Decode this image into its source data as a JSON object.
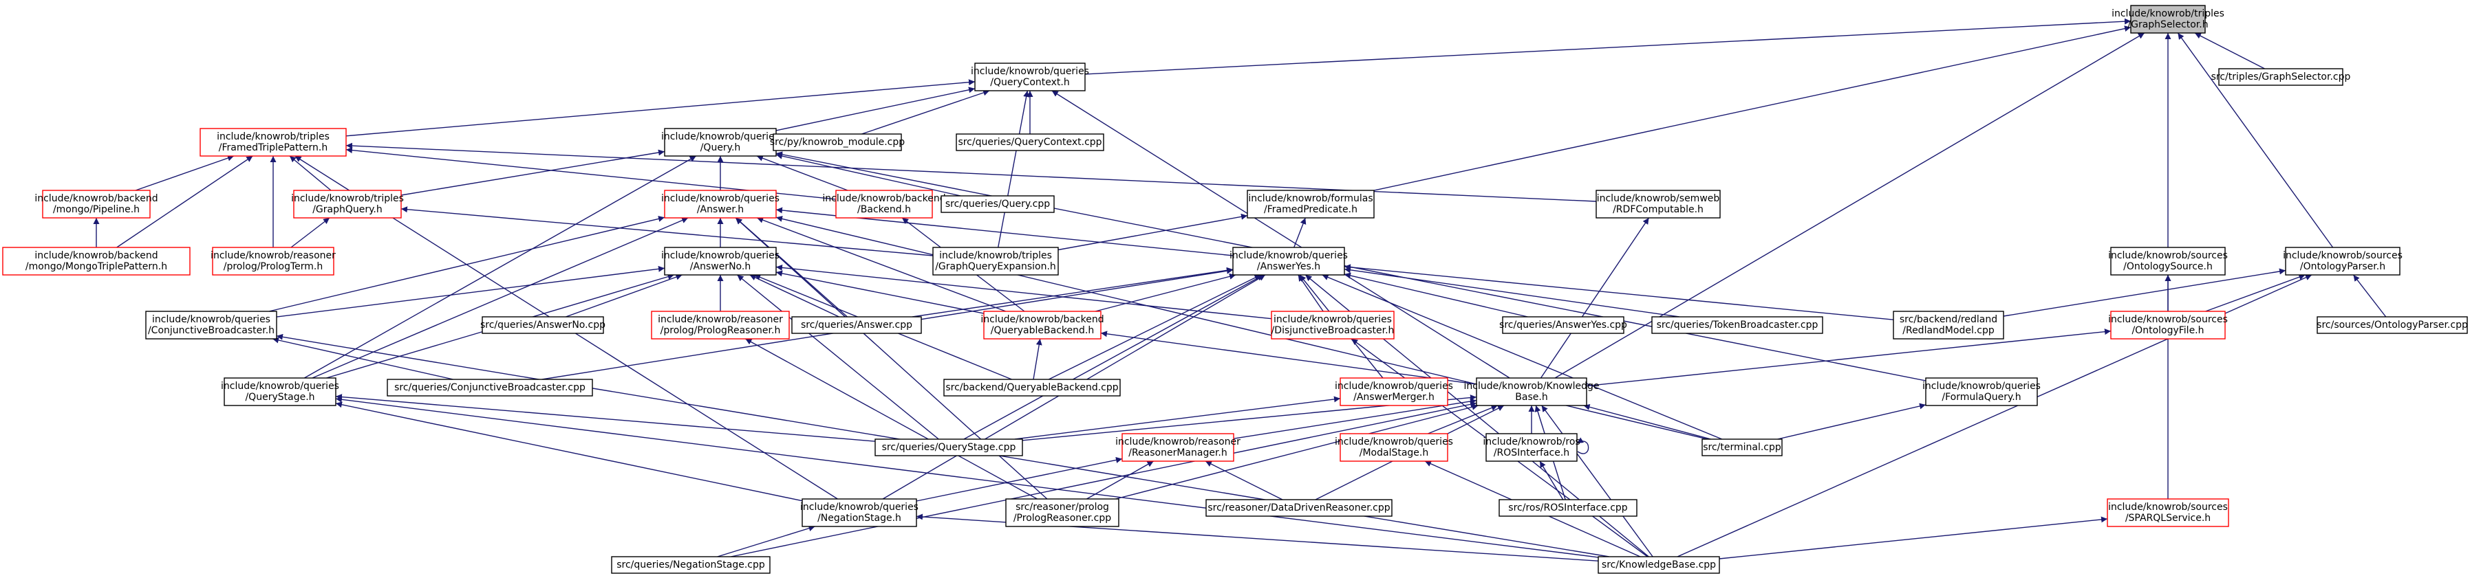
{
  "graph": {
    "root_node": "n1",
    "colors": {
      "edge": "#191970",
      "border_plain": "#000000",
      "border_red": "#ff0000",
      "root_fill": "#bfbfbf"
    },
    "nodes": [
      {
        "id": "n1",
        "lines": [
          "include/knowrob/triples",
          "/GraphSelector.h"
        ],
        "style": "root"
      },
      {
        "id": "n2",
        "lines": [
          "include/knowrob/queries",
          "/QueryContext.h"
        ],
        "style": "plain"
      },
      {
        "id": "n3",
        "lines": [
          "src/triples/GraphSelector.cpp"
        ],
        "style": "plain"
      },
      {
        "id": "n4",
        "lines": [
          "include/knowrob/triples",
          "/FramedTriplePattern.h"
        ],
        "style": "red"
      },
      {
        "id": "n5",
        "lines": [
          "include/knowrob/queries",
          "/Query.h"
        ],
        "style": "plain"
      },
      {
        "id": "n6",
        "lines": [
          "src/py/knowrob_module.cpp"
        ],
        "style": "plain"
      },
      {
        "id": "n7",
        "lines": [
          "src/queries/QueryContext.cpp"
        ],
        "style": "plain"
      },
      {
        "id": "n8",
        "lines": [
          "include/knowrob/backend",
          "/mongo/Pipeline.h"
        ],
        "style": "red"
      },
      {
        "id": "n9",
        "lines": [
          "include/knowrob/triples",
          "/GraphQuery.h"
        ],
        "style": "red"
      },
      {
        "id": "n10",
        "lines": [
          "include/knowrob/queries",
          "/Answer.h"
        ],
        "style": "red"
      },
      {
        "id": "n11",
        "lines": [
          "include/knowrob/backend",
          "/Backend.h"
        ],
        "style": "red"
      },
      {
        "id": "n12",
        "lines": [
          "src/queries/Query.cpp"
        ],
        "style": "plain"
      },
      {
        "id": "n13",
        "lines": [
          "include/knowrob/formulas",
          "/FramedPredicate.h"
        ],
        "style": "plain"
      },
      {
        "id": "n14",
        "lines": [
          "include/knowrob/semweb",
          "/RDFComputable.h"
        ],
        "style": "plain"
      },
      {
        "id": "n15",
        "lines": [
          "include/knowrob/backend",
          "/mongo/MongoTriplePattern.h"
        ],
        "style": "red"
      },
      {
        "id": "n16",
        "lines": [
          "include/knowrob/reasoner",
          "/prolog/PrologTerm.h"
        ],
        "style": "red"
      },
      {
        "id": "n17",
        "lines": [
          "include/knowrob/queries",
          "/AnswerNo.h"
        ],
        "style": "plain"
      },
      {
        "id": "n18",
        "lines": [
          "include/knowrob/triples",
          "/GraphQueryExpansion.h"
        ],
        "style": "plain"
      },
      {
        "id": "n19",
        "lines": [
          "include/knowrob/queries",
          "/AnswerYes.h"
        ],
        "style": "plain"
      },
      {
        "id": "n20",
        "lines": [
          "include/knowrob/sources",
          "/OntologySource.h"
        ],
        "style": "plain"
      },
      {
        "id": "n21",
        "lines": [
          "include/knowrob/sources",
          "/OntologyParser.h"
        ],
        "style": "plain"
      },
      {
        "id": "n22",
        "lines": [
          "include/knowrob/queries",
          "/ConjunctiveBroadcaster.h"
        ],
        "style": "plain"
      },
      {
        "id": "n23",
        "lines": [
          "src/queries/AnswerNo.cpp"
        ],
        "style": "plain"
      },
      {
        "id": "n24",
        "lines": [
          "include/knowrob/reasoner",
          "/prolog/PrologReasoner.h"
        ],
        "style": "red"
      },
      {
        "id": "n25",
        "lines": [
          "src/queries/Answer.cpp"
        ],
        "style": "plain"
      },
      {
        "id": "n26",
        "lines": [
          "include/knowrob/backend",
          "/QueryableBackend.h"
        ],
        "style": "red"
      },
      {
        "id": "n27",
        "lines": [
          "include/knowrob/queries",
          "/DisjunctiveBroadcaster.h"
        ],
        "style": "red"
      },
      {
        "id": "n28",
        "lines": [
          "src/queries/AnswerYes.cpp"
        ],
        "style": "plain"
      },
      {
        "id": "n29",
        "lines": [
          "src/queries/TokenBroadcaster.cpp"
        ],
        "style": "plain"
      },
      {
        "id": "n30",
        "lines": [
          "src/backend/redland",
          "/RedlandModel.cpp"
        ],
        "style": "plain"
      },
      {
        "id": "n31",
        "lines": [
          "include/knowrob/sources",
          "/OntologyFile.h"
        ],
        "style": "red"
      },
      {
        "id": "n32",
        "lines": [
          "src/sources/OntologyParser.cpp"
        ],
        "style": "plain"
      },
      {
        "id": "n33",
        "lines": [
          "include/knowrob/queries",
          "/QueryStage.h"
        ],
        "style": "plain"
      },
      {
        "id": "n34",
        "lines": [
          "src/queries/ConjunctiveBroadcaster.cpp"
        ],
        "style": "plain"
      },
      {
        "id": "n35",
        "lines": [
          "src/backend/QueryableBackend.cpp"
        ],
        "style": "plain"
      },
      {
        "id": "n36",
        "lines": [
          "include/knowrob/queries",
          "/AnswerMerger.h"
        ],
        "style": "red"
      },
      {
        "id": "n37",
        "lines": [
          "include/knowrob/Knowledge",
          "Base.h"
        ],
        "style": "plain"
      },
      {
        "id": "n38",
        "lines": [
          "include/knowrob/queries",
          "/FormulaQuery.h"
        ],
        "style": "plain"
      },
      {
        "id": "n39",
        "lines": [
          "src/queries/QueryStage.cpp"
        ],
        "style": "plain"
      },
      {
        "id": "n40",
        "lines": [
          "include/knowrob/reasoner",
          "/ReasonerManager.h"
        ],
        "style": "red"
      },
      {
        "id": "n41",
        "lines": [
          "include/knowrob/queries",
          "/ModalStage.h"
        ],
        "style": "red"
      },
      {
        "id": "n42",
        "lines": [
          "include/knowrob/ros",
          "/ROSInterface.h"
        ],
        "style": "plain"
      },
      {
        "id": "n43",
        "lines": [
          "src/terminal.cpp"
        ],
        "style": "plain"
      },
      {
        "id": "n44",
        "lines": [
          "include/knowrob/queries",
          "/NegationStage.h"
        ],
        "style": "plain"
      },
      {
        "id": "n45",
        "lines": [
          "src/reasoner/prolog",
          "/PrologReasoner.cpp"
        ],
        "style": "plain"
      },
      {
        "id": "n46",
        "lines": [
          "src/reasoner/DataDrivenReasoner.cpp"
        ],
        "style": "plain"
      },
      {
        "id": "n47",
        "lines": [
          "src/ros/ROSInterface.cpp"
        ],
        "style": "plain"
      },
      {
        "id": "n48",
        "lines": [
          "include/knowrob/sources",
          "/SPARQLService.h"
        ],
        "style": "red"
      },
      {
        "id": "n49",
        "lines": [
          "src/queries/NegationStage.cpp"
        ],
        "style": "plain"
      },
      {
        "id": "n50",
        "lines": [
          "src/KnowledgeBase.cpp"
        ],
        "style": "plain"
      }
    ],
    "edges": [
      [
        "n1",
        "n2"
      ],
      [
        "n1",
        "n3"
      ],
      [
        "n1",
        "n13"
      ],
      [
        "n1",
        "n20"
      ],
      [
        "n1",
        "n21"
      ],
      [
        "n1",
        "n37"
      ],
      [
        "n2",
        "n4"
      ],
      [
        "n2",
        "n5"
      ],
      [
        "n2",
        "n6"
      ],
      [
        "n2",
        "n7"
      ],
      [
        "n2",
        "n18"
      ],
      [
        "n2",
        "n37"
      ],
      [
        "n4",
        "n8"
      ],
      [
        "n4",
        "n9"
      ],
      [
        "n4",
        "n15"
      ],
      [
        "n4",
        "n16"
      ],
      [
        "n4",
        "n11"
      ],
      [
        "n4",
        "n14"
      ],
      [
        "n4",
        "n44"
      ],
      [
        "n8",
        "n15"
      ],
      [
        "n9",
        "n16"
      ],
      [
        "n9",
        "n18"
      ],
      [
        "n5",
        "n9"
      ],
      [
        "n5",
        "n10"
      ],
      [
        "n5",
        "n11"
      ],
      [
        "n5",
        "n12"
      ],
      [
        "n5",
        "n33"
      ],
      [
        "n5",
        "n38"
      ],
      [
        "n10",
        "n17"
      ],
      [
        "n10",
        "n19"
      ],
      [
        "n10",
        "n22"
      ],
      [
        "n10",
        "n25"
      ],
      [
        "n10",
        "n26"
      ],
      [
        "n10",
        "n33"
      ],
      [
        "n10",
        "n45"
      ],
      [
        "n10",
        "n43"
      ],
      [
        "n11",
        "n26"
      ],
      [
        "n13",
        "n18"
      ],
      [
        "n13",
        "n19"
      ],
      [
        "n14",
        "n37"
      ],
      [
        "n17",
        "n22"
      ],
      [
        "n17",
        "n23"
      ],
      [
        "n17",
        "n24"
      ],
      [
        "n17",
        "n25"
      ],
      [
        "n17",
        "n26"
      ],
      [
        "n17",
        "n27"
      ],
      [
        "n17",
        "n33"
      ],
      [
        "n17",
        "n35"
      ],
      [
        "n17",
        "n39"
      ],
      [
        "n19",
        "n25"
      ],
      [
        "n19",
        "n26"
      ],
      [
        "n19",
        "n27"
      ],
      [
        "n19",
        "n28"
      ],
      [
        "n19",
        "n29"
      ],
      [
        "n19",
        "n30"
      ],
      [
        "n19",
        "n34"
      ],
      [
        "n19",
        "n35"
      ],
      [
        "n19",
        "n36"
      ],
      [
        "n19",
        "n39"
      ],
      [
        "n19",
        "n44"
      ],
      [
        "n19",
        "n43"
      ],
      [
        "n19",
        "n50"
      ],
      [
        "n20",
        "n31"
      ],
      [
        "n20",
        "n48"
      ],
      [
        "n21",
        "n30"
      ],
      [
        "n21",
        "n31"
      ],
      [
        "n21",
        "n32"
      ],
      [
        "n21",
        "n50"
      ],
      [
        "n22",
        "n34"
      ],
      [
        "n22",
        "n50"
      ],
      [
        "n24",
        "n45"
      ],
      [
        "n26",
        "n35"
      ],
      [
        "n26",
        "n37"
      ],
      [
        "n27",
        "n50"
      ],
      [
        "n31",
        "n37"
      ],
      [
        "n33",
        "n39"
      ],
      [
        "n33",
        "n44"
      ],
      [
        "n33",
        "n50"
      ],
      [
        "n36",
        "n39"
      ],
      [
        "n37",
        "n39"
      ],
      [
        "n37",
        "n40"
      ],
      [
        "n37",
        "n41"
      ],
      [
        "n37",
        "n42"
      ],
      [
        "n37",
        "n43"
      ],
      [
        "n37",
        "n45"
      ],
      [
        "n37",
        "n46"
      ],
      [
        "n37",
        "n47"
      ],
      [
        "n37",
        "n49"
      ],
      [
        "n37",
        "n50"
      ],
      [
        "n38",
        "n43"
      ],
      [
        "n40",
        "n44"
      ],
      [
        "n40",
        "n45"
      ],
      [
        "n40",
        "n46"
      ],
      [
        "n41",
        "n50"
      ],
      [
        "n42",
        "n42"
      ],
      [
        "n42",
        "n47"
      ],
      [
        "n44",
        "n49"
      ],
      [
        "n44",
        "n50"
      ],
      [
        "n48",
        "n50"
      ]
    ]
  }
}
